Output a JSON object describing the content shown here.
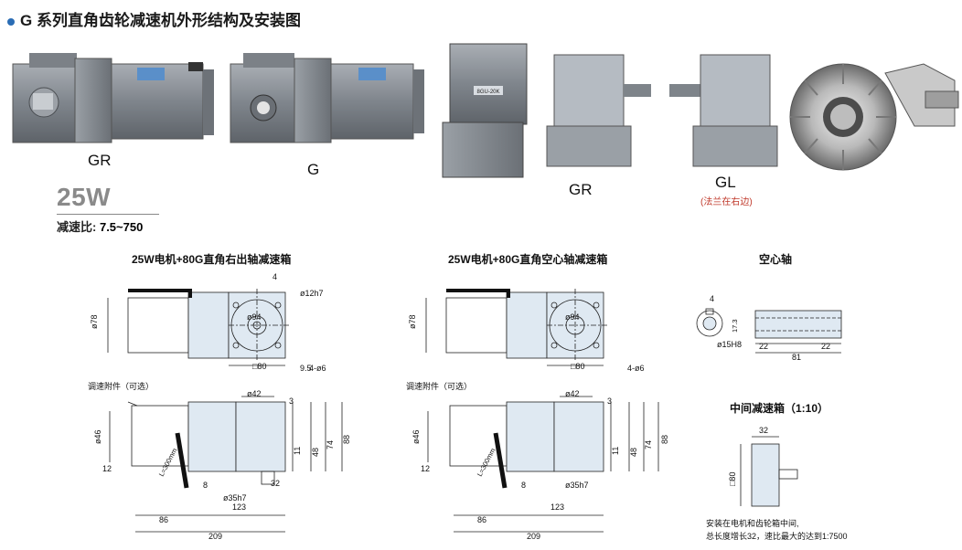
{
  "header": {
    "title": "G 系列直角齿轮减速机外形结构及安装图"
  },
  "photos": {
    "gr_label": "GR",
    "g_label": "G",
    "gr_schematic_label": "GR",
    "gl_label": "GL",
    "gl_note": "(法兰在右边)",
    "nameplate_text": "8GU-20K"
  },
  "spec": {
    "power": "25W",
    "ratio_label": "减速比:",
    "ratio_value": "7.5~750"
  },
  "drawings": {
    "right_shaft_title": "25W电机+80G直角右出轴减速箱",
    "hollow_shaft_title": "25W电机+80G直角空心轴减速箱",
    "hollow_axis_title": "空心轴",
    "intermediate_title": "中间减速箱（1:10）",
    "speed_attachment": "调速附件（可选）",
    "dim_phi78": "ø78",
    "dim_phi94": "ø94",
    "dim_phi12": "ø12h7",
    "dim_4_003": "4",
    "dim_sq80": "□80",
    "dim_95": "9.5",
    "dim_4phi6": "4-ø6",
    "dim_phi42": "ø42",
    "dim_3": "3",
    "dim_phi46": "ø46",
    "dim_12": "12",
    "dim_8": "8",
    "dim_11": "11",
    "dim_48": "48",
    "dim_74": "74",
    "dim_88": "88",
    "dim_L300": "L=300mm",
    "dim_phi35": "ø35h7",
    "dim_32": "32",
    "dim_86": "86",
    "dim_123": "123",
    "dim_209": "209",
    "dim_hs_4": "4",
    "dim_hs_173": "17.3",
    "dim_hs_phi15": "ø15H8",
    "dim_hs_22a": "22",
    "dim_hs_81": "81",
    "dim_hs_22b": "22",
    "dim_mid_32": "32",
    "dim_mid_sq80": "□80"
  },
  "note": {
    "line1": "安装在电机和齿轮箱中间,",
    "line2": "总长度增长32，速比最大的达到1:7500"
  },
  "colors": {
    "accent_blue": "#2b6db5",
    "drawing_fill": "#dfe9f2",
    "gearbox_grey": "#8f949a",
    "red_note": "#c0392b"
  }
}
